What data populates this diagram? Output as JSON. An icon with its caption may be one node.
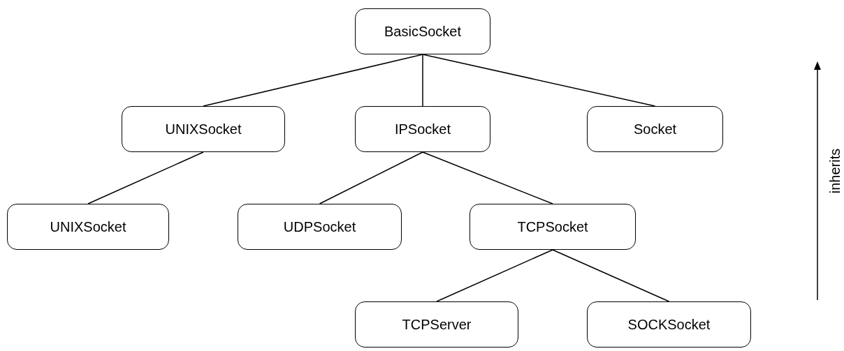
{
  "diagram": {
    "nodes": [
      {
        "text": [
          "BasicSocket"
        ]
      },
      {
        "text": [
          "UNIXSocket"
        ]
      },
      {
        "text": [
          "IPSocket"
        ]
      },
      {
        "text": [
          "Socket"
        ]
      },
      {
        "text": [
          "UNIXSocket"
        ]
      },
      {
        "text": [
          "UDPSocket"
        ]
      },
      {
        "text": [
          "TCPSocket"
        ]
      },
      {
        "text": [
          "TCPServer"
        ]
      },
      {
        "text": [
          "SOCKSocket"
        ]
      }
    ],
    "edges": [
      {
        "from": 0,
        "to": 1,
        "arrow": "none"
      },
      {
        "from": 0,
        "to": 2,
        "arrow": "none"
      },
      {
        "from": 0,
        "to": 3,
        "arrow": "none"
      },
      {
        "from": 1,
        "to": 4,
        "arrow": "none"
      },
      {
        "from": 2,
        "to": 5,
        "arrow": "none"
      },
      {
        "from": 2,
        "to": 6,
        "arrow": "none"
      },
      {
        "from": 6,
        "to": 7,
        "arrow": "none"
      },
      {
        "from": 6,
        "to": 8,
        "arrow": "none"
      }
    ],
    "labels": [
      "inherits"
    ]
  }
}
